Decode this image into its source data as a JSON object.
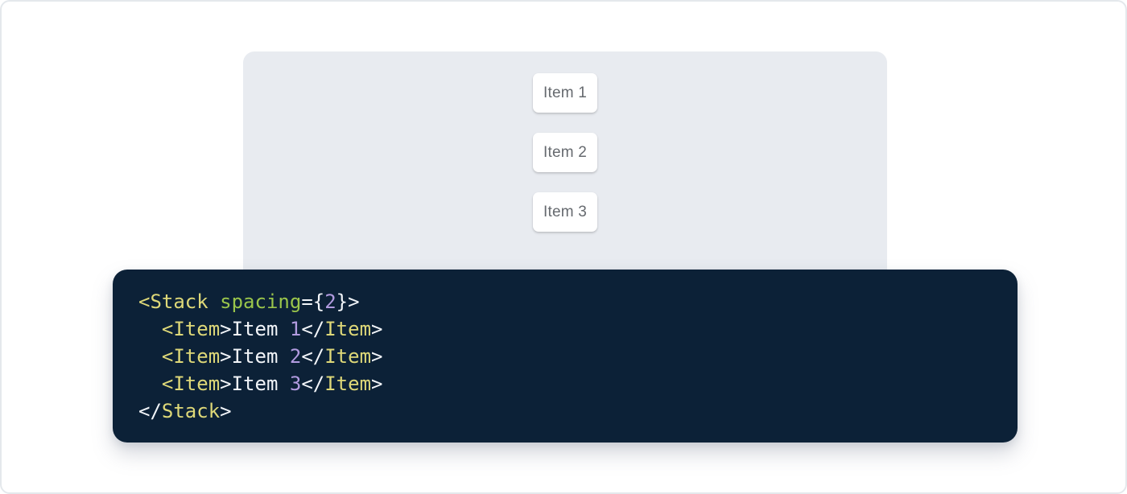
{
  "page": {
    "background": "#ffffff",
    "border_color": "#e4e8ec"
  },
  "demo": {
    "panel_bg": "#e8ebf0",
    "card_bg": "#ffffff",
    "card_text_color": "#65696e",
    "items": [
      {
        "label": "Item 1"
      },
      {
        "label": "Item 2"
      },
      {
        "label": "Item 3"
      }
    ]
  },
  "code_block": {
    "language": "jsx",
    "background": "#0c2137",
    "colors": {
      "tag": "#ded878",
      "attr": "#9ac54b",
      "number": "#b29be0",
      "punct": "#f2f5f9",
      "text": "#f2f5f9"
    },
    "plain_text": "<Stack spacing={2}>\n  <Item>Item 1</Item>\n  <Item>Item 2</Item>\n  <Item>Item 3</Item>\n</Stack>",
    "lines": [
      [
        {
          "t": "<Stack ",
          "c": "tag"
        },
        {
          "t": "spacing",
          "c": "attr"
        },
        {
          "t": "={",
          "c": "punct"
        },
        {
          "t": "2",
          "c": "number"
        },
        {
          "t": "}>",
          "c": "punct"
        }
      ],
      [
        {
          "t": "  <Item",
          "c": "tag"
        },
        {
          "t": ">",
          "c": "punct"
        },
        {
          "t": "Item ",
          "c": "text"
        },
        {
          "t": "1",
          "c": "number"
        },
        {
          "t": "</",
          "c": "punct"
        },
        {
          "t": "Item",
          "c": "tag"
        },
        {
          "t": ">",
          "c": "punct"
        }
      ],
      [
        {
          "t": "  <Item",
          "c": "tag"
        },
        {
          "t": ">",
          "c": "punct"
        },
        {
          "t": "Item ",
          "c": "text"
        },
        {
          "t": "2",
          "c": "number"
        },
        {
          "t": "</",
          "c": "punct"
        },
        {
          "t": "Item",
          "c": "tag"
        },
        {
          "t": ">",
          "c": "punct"
        }
      ],
      [
        {
          "t": "  <Item",
          "c": "tag"
        },
        {
          "t": ">",
          "c": "punct"
        },
        {
          "t": "Item ",
          "c": "text"
        },
        {
          "t": "3",
          "c": "number"
        },
        {
          "t": "</",
          "c": "punct"
        },
        {
          "t": "Item",
          "c": "tag"
        },
        {
          "t": ">",
          "c": "punct"
        }
      ],
      [
        {
          "t": "</",
          "c": "punct"
        },
        {
          "t": "Stack",
          "c": "tag"
        },
        {
          "t": ">",
          "c": "punct"
        }
      ]
    ]
  }
}
